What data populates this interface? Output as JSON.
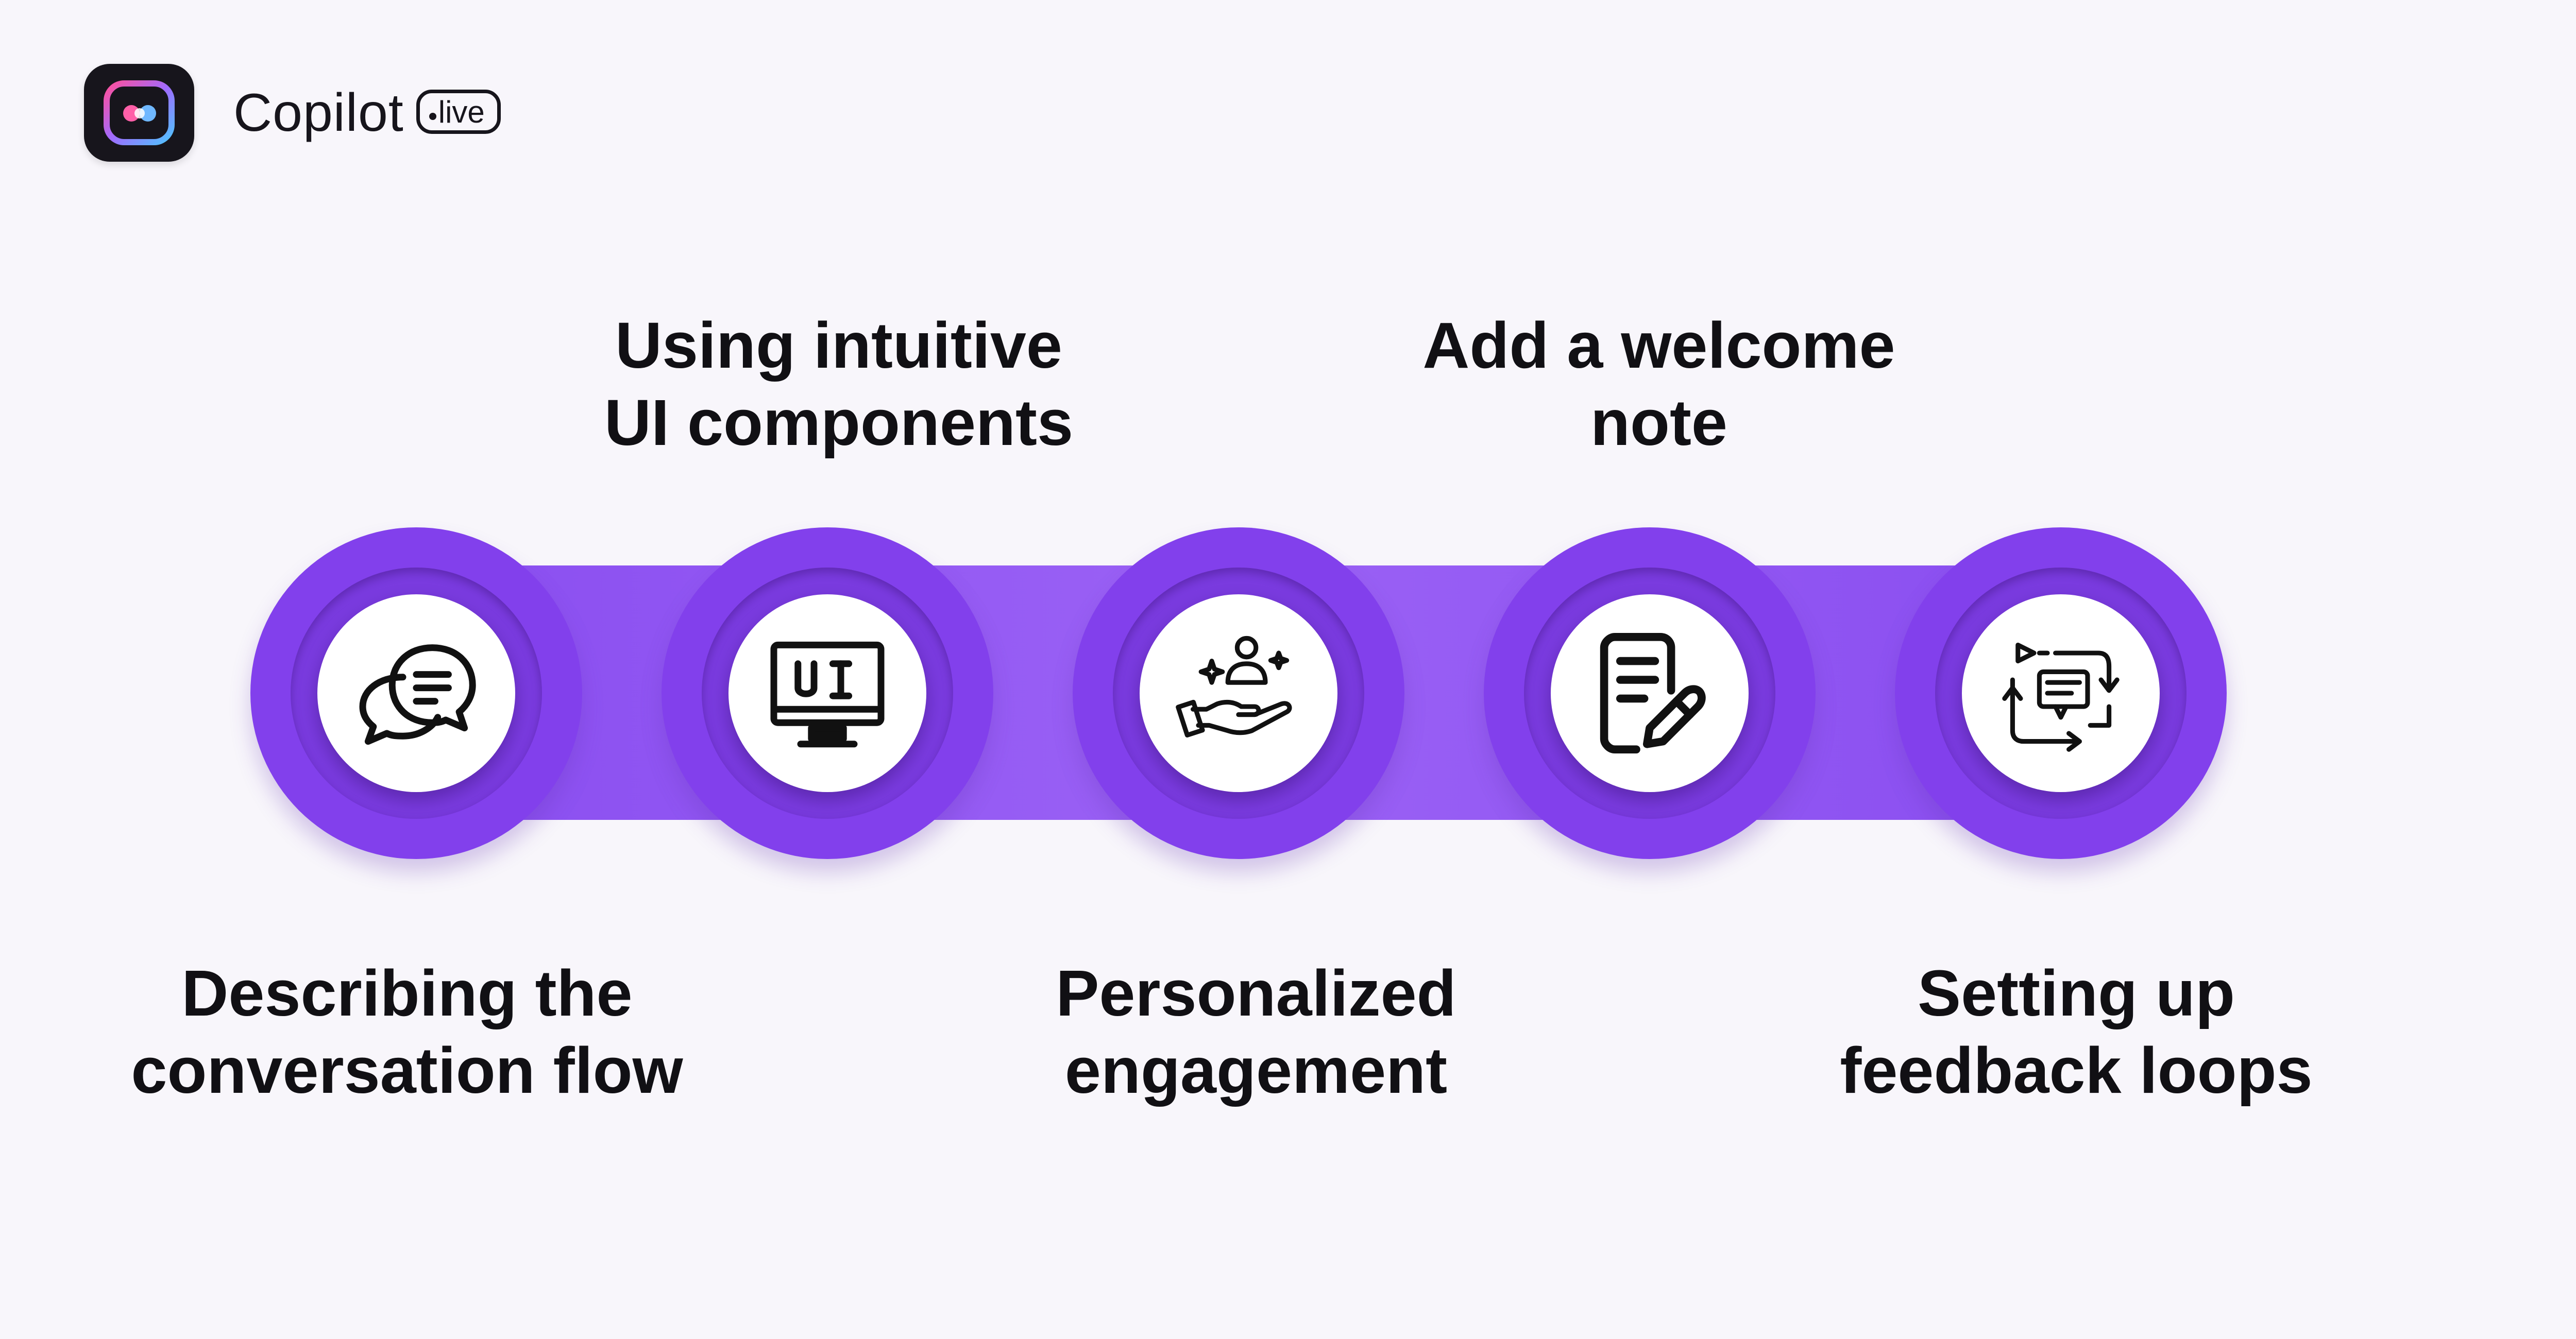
{
  "brand": {
    "name": "Copilot",
    "badge": "live",
    "logo_icon": "copilot-logo-icon"
  },
  "colors": {
    "background": "#f8f6fb",
    "purple": "#8240ec",
    "track": "#9b62f5",
    "text": "#111014"
  },
  "steps": [
    {
      "label": "Describing the\nconversation flow",
      "icon": "chat-bubbles-icon"
    },
    {
      "label": "Using intuitive\nUI components",
      "icon": "ui-monitor-icon"
    },
    {
      "label": "Personalized\nengagement",
      "icon": "hand-person-icon"
    },
    {
      "label": "Add a welcome\nnote",
      "icon": "document-pen-icon"
    },
    {
      "label": "Setting up\nfeedback loops",
      "icon": "feedback-loop-icon"
    }
  ]
}
